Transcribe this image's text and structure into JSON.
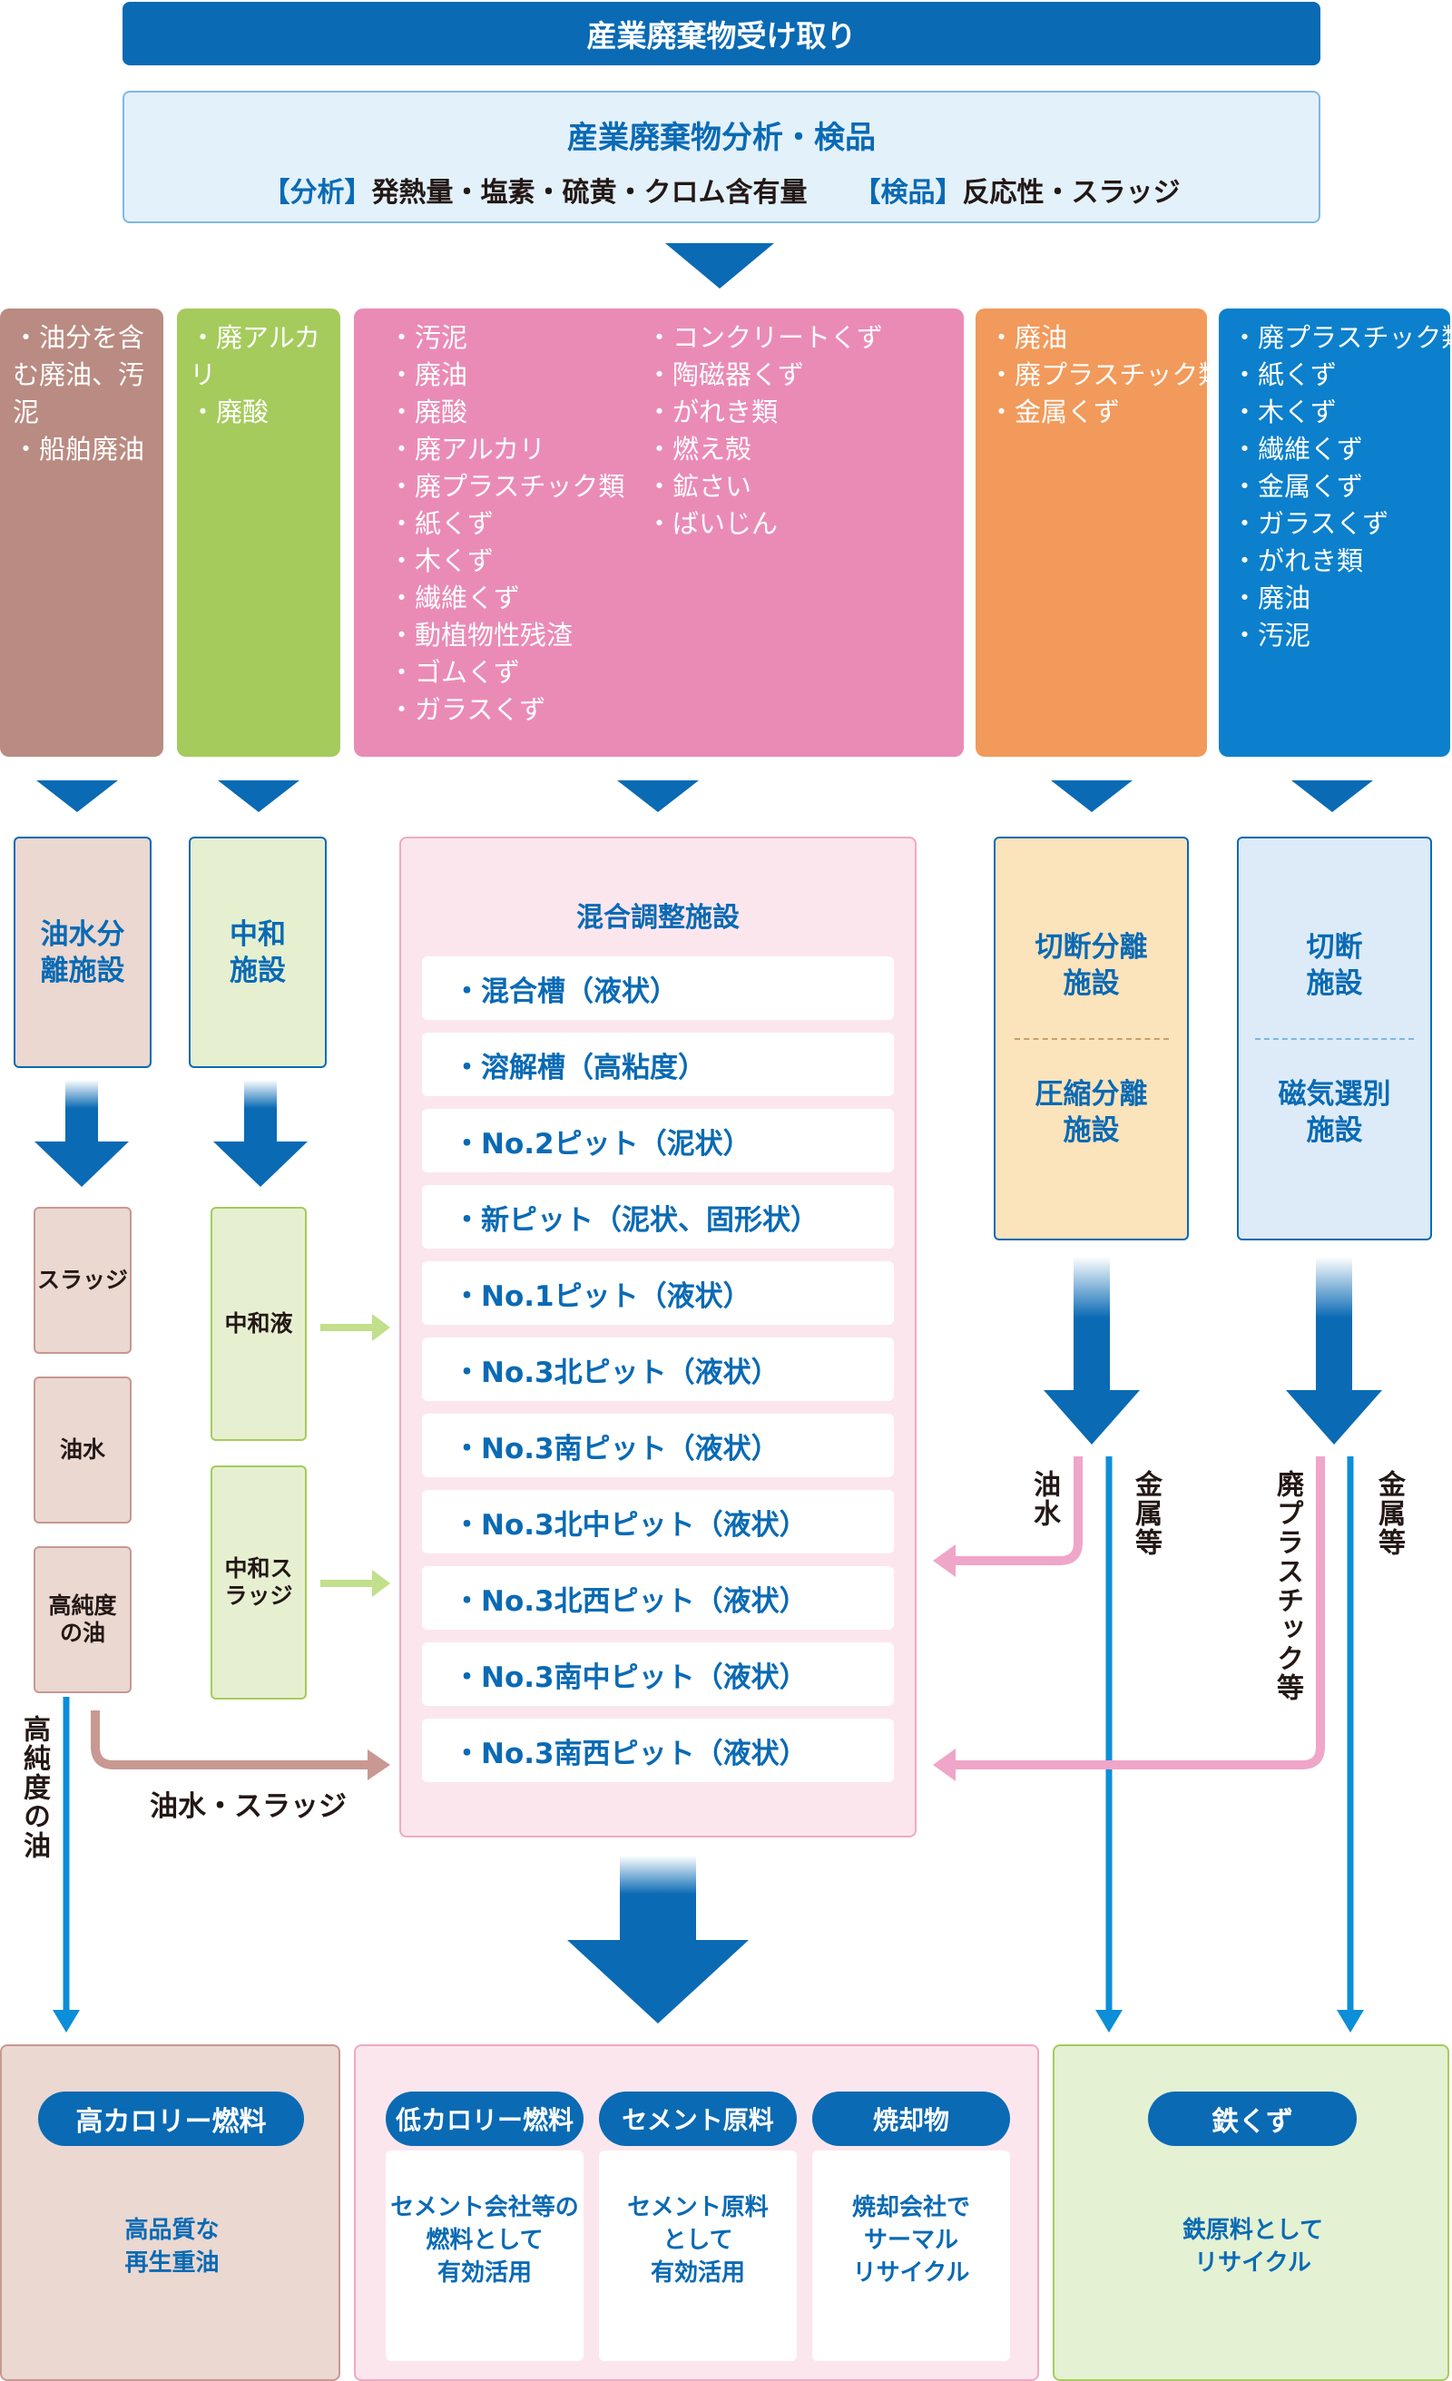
{
  "header": {
    "title": "産業廃棄物受け取り"
  },
  "analysis": {
    "title": "産業廃棄物分析・検品",
    "analysis_tag": "【分析】",
    "analysis_items": "発熱量・塩素・硫黄・クロム含有量",
    "inspection_tag": "【検品】",
    "inspection_items": "反応性・スラッジ"
  },
  "categories": {
    "oil": {
      "color": "#b98b82",
      "items": [
        "・油分を含む廃油、汚泥",
        "・船舶廃油"
      ]
    },
    "acid": {
      "color": "#a5cb5c",
      "items": [
        "・廃アルカリ",
        "・廃酸"
      ]
    },
    "mixed": {
      "color": "#ea8bb6",
      "items_left": [
        "・汚泥",
        "・廃油",
        "・廃酸",
        "・廃アルカリ",
        "・廃プラスチック類",
        "・紙くず",
        "・木くず",
        "・繊維くず",
        "・動植物性残渣",
        "・ゴムくず",
        "・ガラスくず"
      ],
      "items_right": [
        "・コンクリートくず",
        "・陶磁器くず",
        "・がれき類",
        "・燃え殻",
        "・鉱さい",
        "・ばいじん"
      ]
    },
    "orange": {
      "color": "#f19a5b",
      "items": [
        "・廃油",
        "・廃プラスチック類",
        "・金属くず"
      ]
    },
    "blue": {
      "color": "#0c80cc",
      "items": [
        "・廃プラスチック類",
        "・紙くず",
        "・木くず",
        "・繊維くず",
        "・金属くず",
        "・ガラスくず",
        "・がれき類",
        "・廃油",
        "・汚泥"
      ]
    }
  },
  "facilities": {
    "oil_water": "油水分離施設",
    "neutral": "中和施設",
    "mix_title": "混合調整施設",
    "cut_sep": "切断分離施設",
    "compress_sep": "圧縮分離施設",
    "cut": "切断施設",
    "magnetic": "磁気選別施設"
  },
  "oil_outputs": [
    "スラッジ",
    "油水",
    "高純度の油"
  ],
  "neutral_outputs": [
    "中和液",
    "中和スラッジ"
  ],
  "pits": [
    "・混合槽（液状）",
    "・溶解槽（高粘度）",
    "・No.2ピット（泥状）",
    "・新ピット（泥状、固形状）",
    "・No.1ピット（液状）",
    "・No.3北ピット（液状）",
    "・No.3南ピット（液状）",
    "・No.3北中ピット（液状）",
    "・No.3北西ピット（液状）",
    "・No.3南中ピット（液状）",
    "・No.3南西ピット（液状）"
  ],
  "flow_labels": {
    "high_purity_oil": "高純度の油",
    "oil_sludge": "油水・スラッジ",
    "oil_water": "油水",
    "metal1": "金属等",
    "plastic": "廃プラスチック等",
    "metal2": "金属等"
  },
  "outputs": {
    "high_cal": {
      "label": "高カロリー燃料",
      "desc_lines": [
        "高品質な",
        "再生重油"
      ]
    },
    "low_cal": {
      "label": "低カロリー燃料",
      "desc_lines": [
        "セメント会社等の",
        "燃料として",
        "有効活用"
      ]
    },
    "cement": {
      "label": "セメント原料",
      "desc_lines": [
        "セメント原料",
        "として",
        "有効活用"
      ]
    },
    "incin": {
      "label": "焼却物",
      "desc_lines": [
        "焼却会社で",
        "サーマル",
        "リサイクル"
      ]
    },
    "iron": {
      "label": "鉄くず",
      "desc_lines": [
        "鉄原料として",
        "リサイクル"
      ]
    }
  },
  "colors": {
    "primary_blue": "#0a6ab4",
    "light_blue": "#e3f1fb",
    "brown": "#b98b82",
    "green": "#a5cb5c",
    "pink": "#ea8bb6",
    "orange": "#f19a5b",
    "sky_blue": "#0c80cc"
  }
}
